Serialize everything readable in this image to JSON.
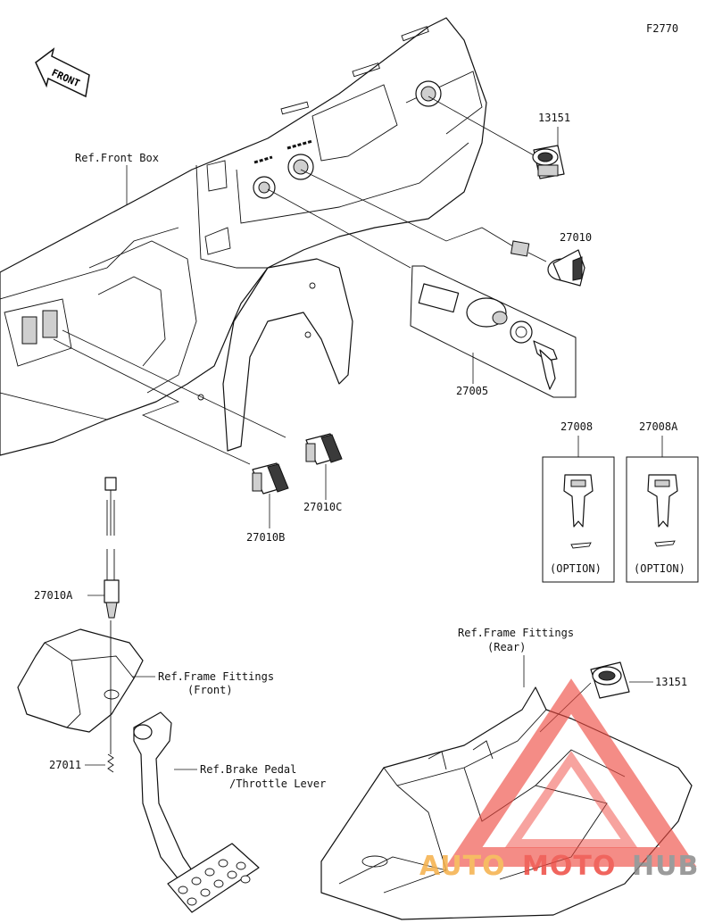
{
  "figure_code": "F2770",
  "front_arrow_label": "FRONT",
  "parts": {
    "p13151_top": "13151",
    "p27010": "27010",
    "p27005": "27005",
    "p27008": "27008",
    "p27008A": "27008A",
    "p27010A": "27010A",
    "p27010B": "27010B",
    "p27010C": "27010C",
    "p27011": "27011",
    "p13151_bottom": "13151"
  },
  "refs": {
    "front_box": "Ref.Front Box",
    "frame_front_l1": "Ref.Frame Fittings",
    "frame_front_l2": "(Front)",
    "brake_l1": "Ref.Brake Pedal",
    "brake_l2": "/Throttle Lever",
    "frame_rear_l1": "Ref.Frame Fittings",
    "frame_rear_l2": "(Rear)"
  },
  "options": {
    "left": "(OPTION)",
    "right": "(OPTION)"
  },
  "watermark": {
    "part1": "AUTO",
    "part2": "MOTO",
    "part3": "HUB",
    "color_auto": "#f5b04a",
    "color_moto": "#ee4b42",
    "color_hub": "#8a8a8a",
    "triangle_color": "#ee4b42"
  }
}
